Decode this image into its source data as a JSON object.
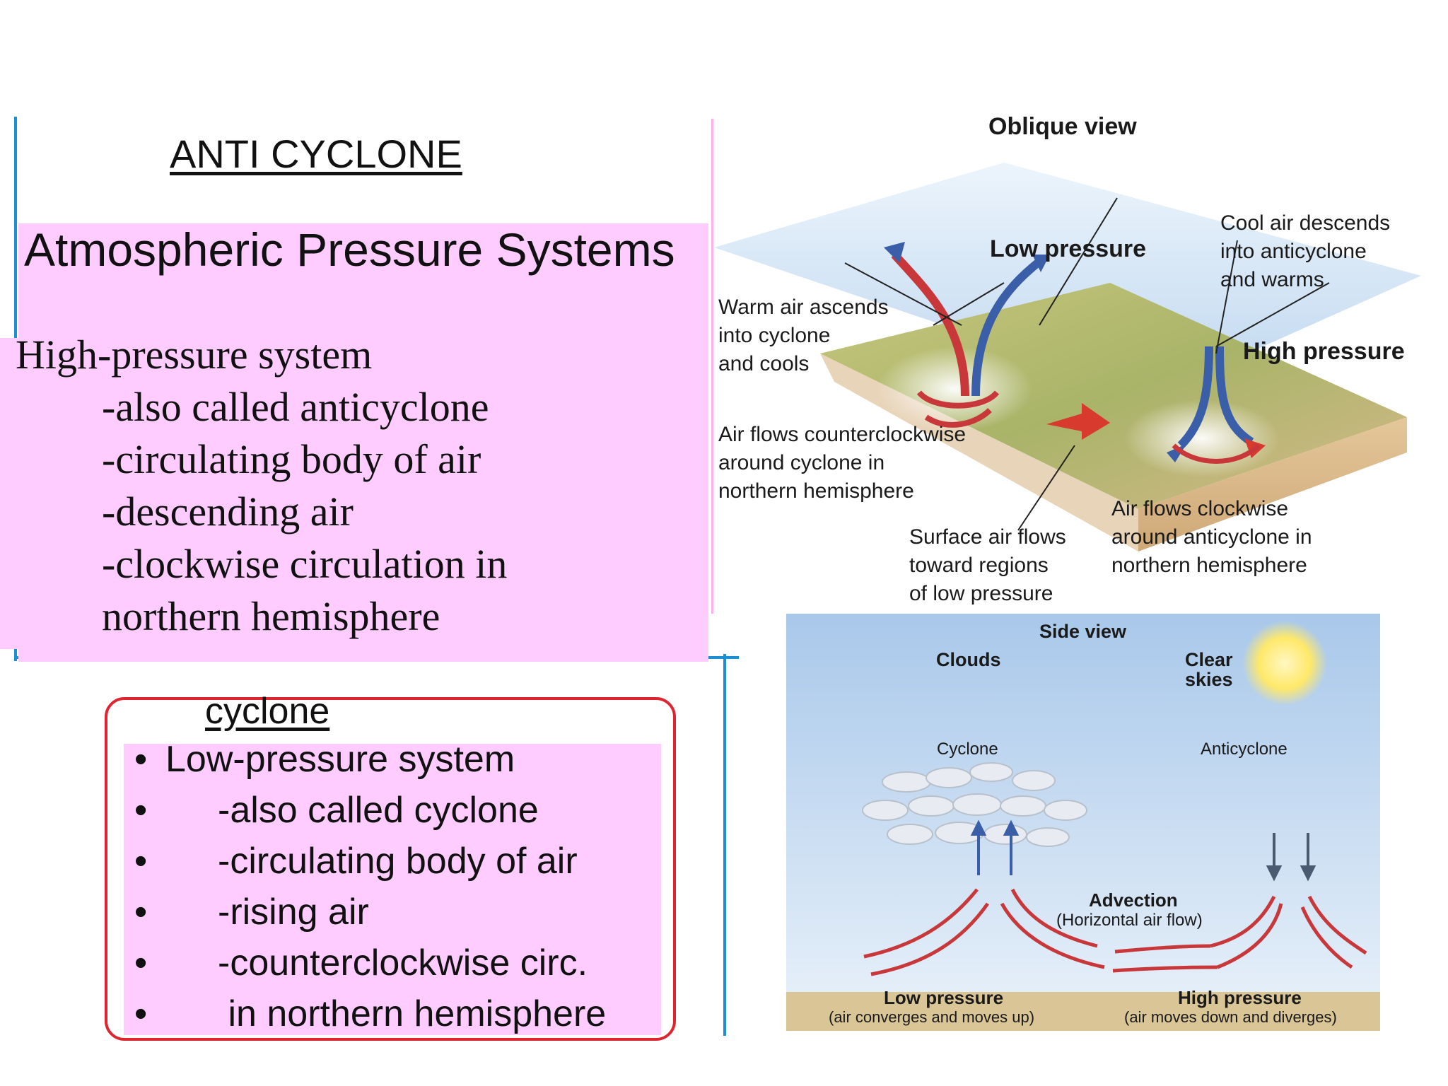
{
  "anticyclone": {
    "heading": "ANTI CYCLONE",
    "title": "Atmospheric Pressure Systems",
    "lines": [
      "High-pressure system",
      "-also called anticyclone",
      "-circulating body of air",
      "-descending air",
      "-clockwise circulation in",
      "northern hemisphere"
    ]
  },
  "cyclone": {
    "heading": "cyclone",
    "bullet": "•",
    "lines": [
      "Low-pressure system",
      "-also called cyclone",
      "-circulating body of air",
      "-rising air",
      "-counterclockwise circ.",
      " in northern hemisphere"
    ]
  },
  "oblique": {
    "title": "Oblique view",
    "low_pressure": "Low pressure",
    "high_pressure": "High pressure",
    "warm_air": [
      "Warm air ascends",
      "into cyclone",
      "and cools"
    ],
    "cool_air": [
      "Cool air descends",
      "into anticyclone",
      "and warms"
    ],
    "ccw": [
      "Air flows counterclockwise",
      "around cyclone in",
      "northern hemisphere"
    ],
    "cw": [
      "Air flows clockwise",
      "around anticyclone in",
      "northern hemisphere"
    ],
    "surface": [
      "Surface air flows",
      "toward regions",
      "of low pressure"
    ]
  },
  "side": {
    "title": "Side view",
    "clouds": "Clouds",
    "clear": [
      "Clear",
      "skies"
    ],
    "cyclone": "Cyclone",
    "anticyclone": "Anticyclone",
    "advection": "Advection",
    "advection_sub": "(Horizontal air flow)",
    "low_pressure": "Low pressure",
    "low_sub": "(air converges and moves up)",
    "high_pressure": "High pressure",
    "high_sub": "(air moves down and diverges)"
  },
  "colors": {
    "pink": "#ffccff",
    "blue_line": "#1a8fd6",
    "red_box": "#e0242f",
    "arrow_red": "#c8383a",
    "arrow_blue": "#3a5fa8"
  }
}
